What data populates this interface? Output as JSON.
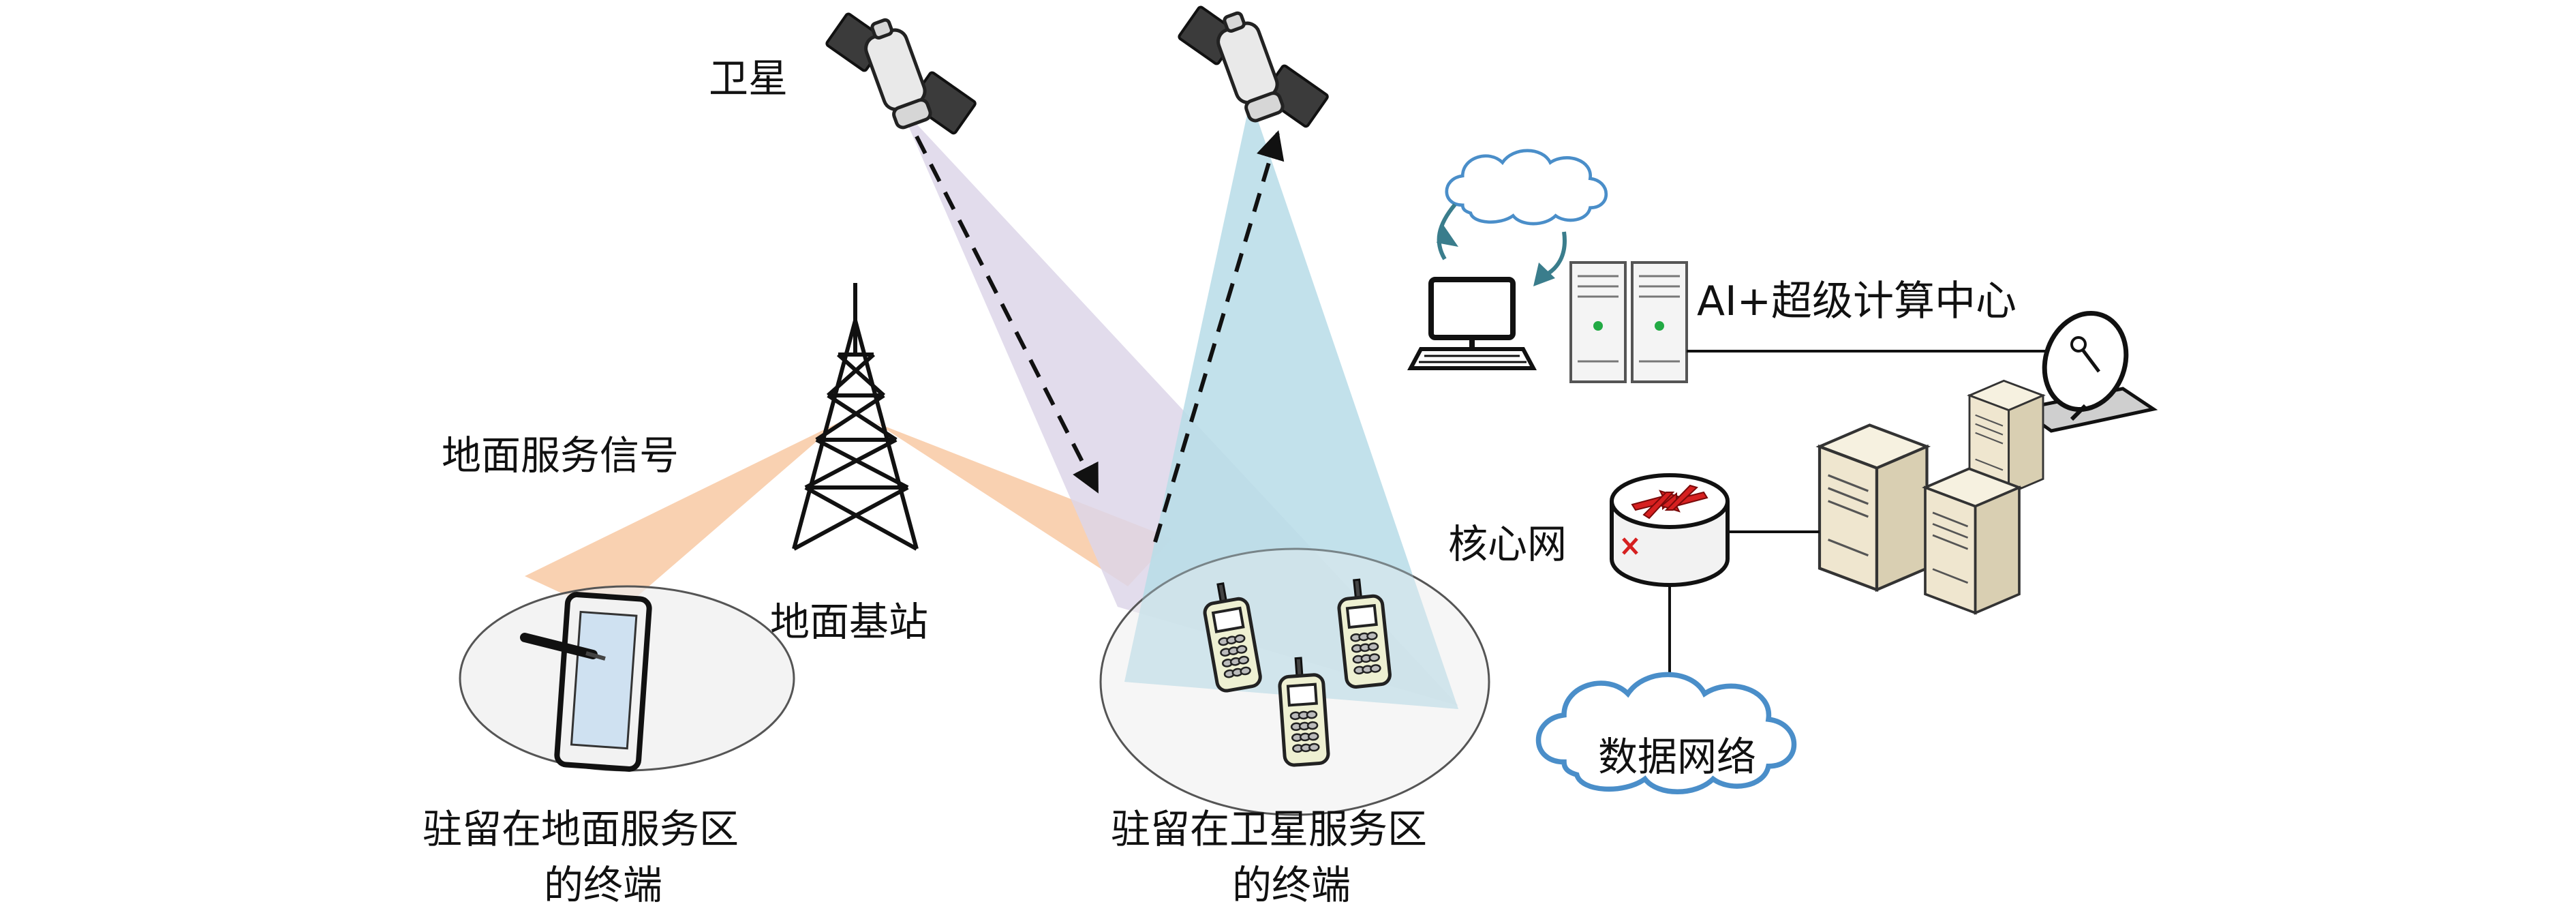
{
  "labels": {
    "satellite": "卫星",
    "ground_signal": "地面服务信号",
    "base_station": "地面基站",
    "ground_area_line1": "驻留在地面服务区",
    "ground_area_line2": "的终端",
    "sat_area_line1": "驻留在卫星服务区",
    "sat_area_line2": "的终端",
    "ai_center": "AI+超级计算中心",
    "core_network": "核心网",
    "data_network": "数据网络"
  },
  "colors": {
    "ground_beam": "#f8c9a3",
    "sat_beam_purple": "#ddd6e9",
    "sat_beam_blue": "#b9dde9",
    "ellipse_fill": "#eeeeee",
    "cloud_stroke": "#4a8ec9",
    "router_arrows": "#d62020",
    "phone_body": "#eef0d2",
    "server_body": "#efe6cf"
  }
}
